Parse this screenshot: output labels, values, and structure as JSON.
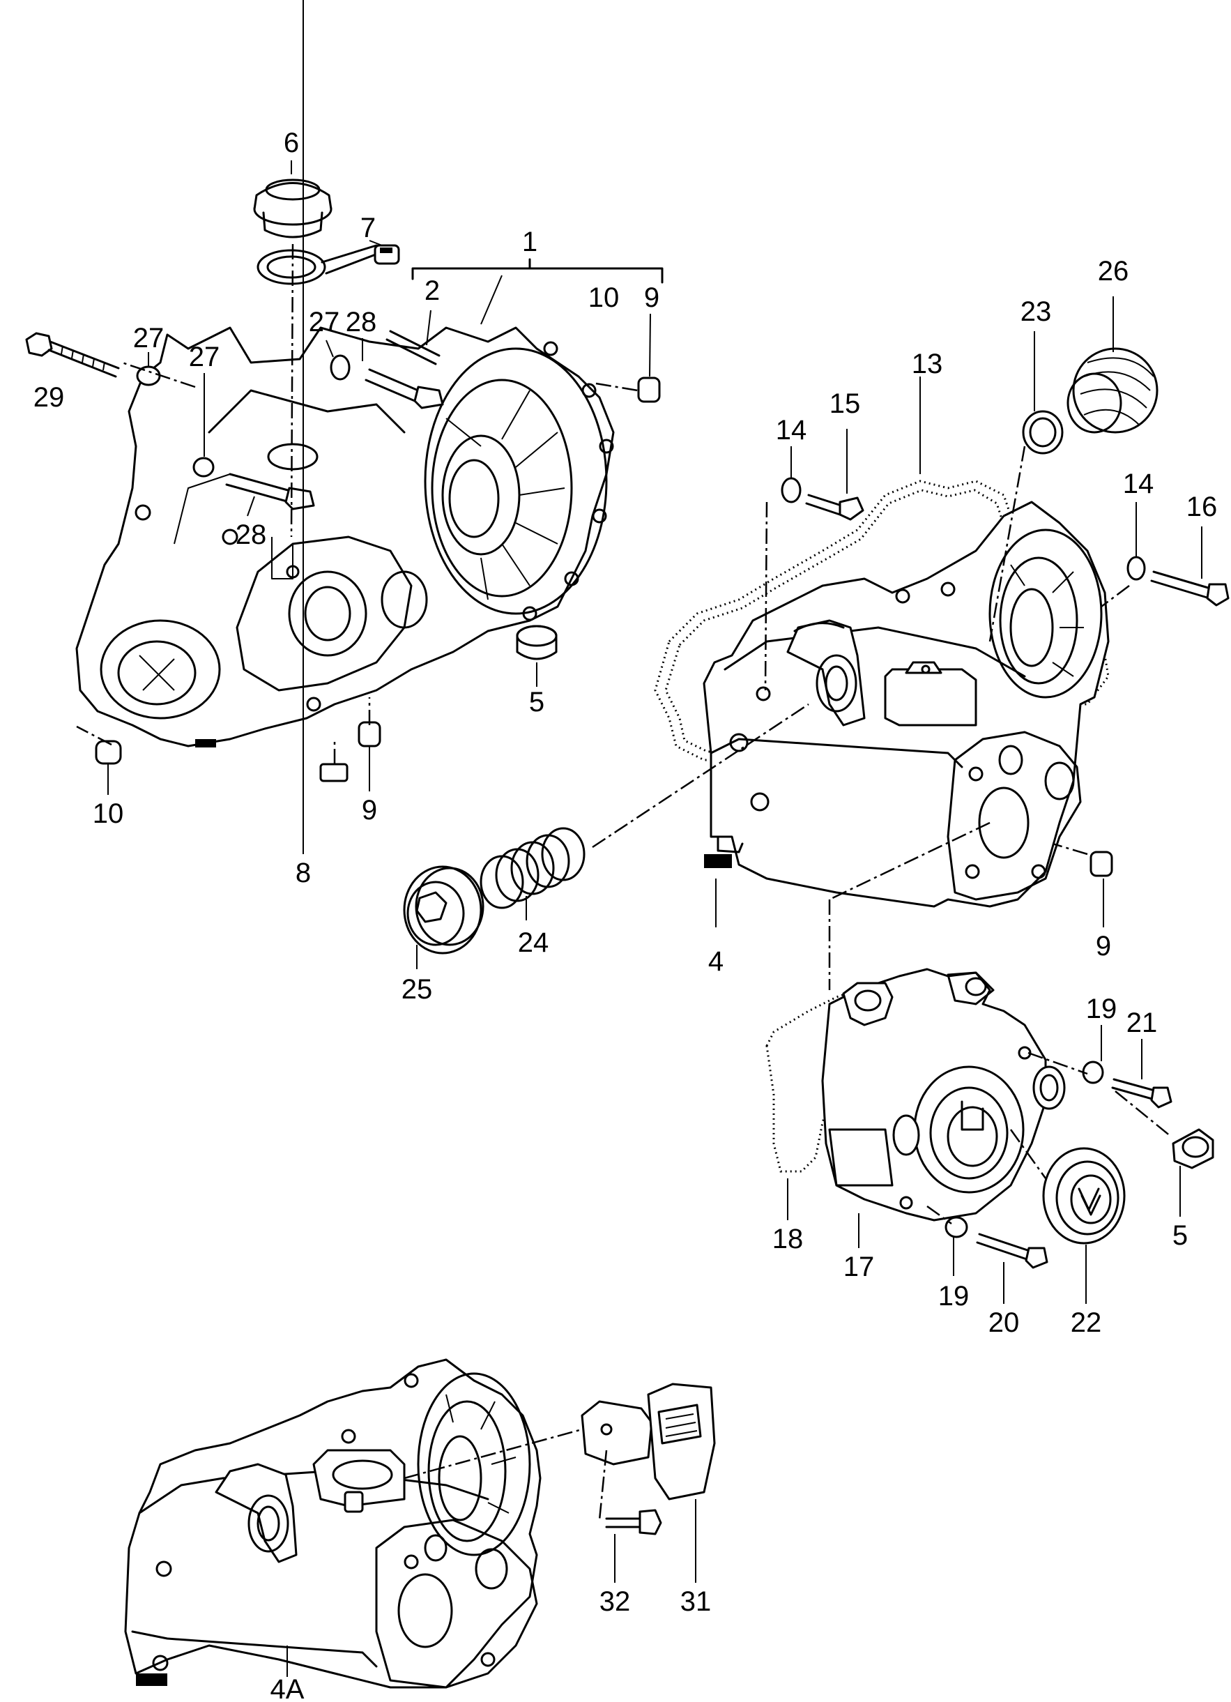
{
  "figure": {
    "type": "exploded-parts-diagram",
    "callouts": [
      {
        "id": "c1",
        "label": "1"
      },
      {
        "id": "c2",
        "label": "2"
      },
      {
        "id": "c4",
        "label": "4"
      },
      {
        "id": "c4a",
        "label": "4A"
      },
      {
        "id": "c5a",
        "label": "5"
      },
      {
        "id": "c5b",
        "label": "5"
      },
      {
        "id": "c6",
        "label": "6"
      },
      {
        "id": "c7",
        "label": "7"
      },
      {
        "id": "c8",
        "label": "8"
      },
      {
        "id": "c9a",
        "label": "9"
      },
      {
        "id": "c9b",
        "label": "9"
      },
      {
        "id": "c9c",
        "label": "9"
      },
      {
        "id": "c10a",
        "label": "10"
      },
      {
        "id": "c10b",
        "label": "10"
      },
      {
        "id": "c13",
        "label": "13"
      },
      {
        "id": "c14a",
        "label": "14"
      },
      {
        "id": "c14b",
        "label": "14"
      },
      {
        "id": "c15",
        "label": "15"
      },
      {
        "id": "c16",
        "label": "16"
      },
      {
        "id": "c17",
        "label": "17"
      },
      {
        "id": "c18",
        "label": "18"
      },
      {
        "id": "c19a",
        "label": "19"
      },
      {
        "id": "c19b",
        "label": "19"
      },
      {
        "id": "c20",
        "label": "20"
      },
      {
        "id": "c21",
        "label": "21"
      },
      {
        "id": "c22",
        "label": "22"
      },
      {
        "id": "c23",
        "label": "23"
      },
      {
        "id": "c24",
        "label": "24"
      },
      {
        "id": "c25",
        "label": "25"
      },
      {
        "id": "c26",
        "label": "26"
      },
      {
        "id": "c27a",
        "label": "27"
      },
      {
        "id": "c27b",
        "label": "27"
      },
      {
        "id": "c27c",
        "label": "27"
      },
      {
        "id": "c28a",
        "label": "28"
      },
      {
        "id": "c28b",
        "label": "28"
      },
      {
        "id": "c29",
        "label": "29"
      },
      {
        "id": "c31",
        "label": "31"
      },
      {
        "id": "c32",
        "label": "32"
      }
    ]
  }
}
